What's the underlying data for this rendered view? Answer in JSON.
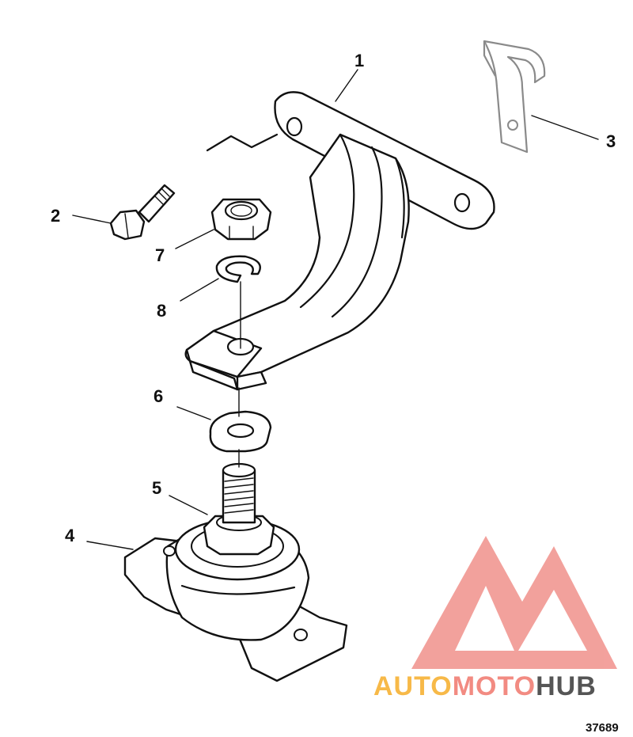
{
  "callouts": {
    "c1": "1",
    "c2": "2",
    "c3": "3",
    "c4": "4",
    "c5": "5",
    "c6": "6",
    "c7": "7",
    "c8": "8"
  },
  "figure_number": "37689",
  "watermark": {
    "part_auto": "AUTO",
    "part_moto": "MOTO",
    "part_hub": "HUB",
    "color_auto": "#f7b948",
    "color_moto": "#f28b82",
    "color_hub": "#555555",
    "logo_color": "#f08a84"
  }
}
